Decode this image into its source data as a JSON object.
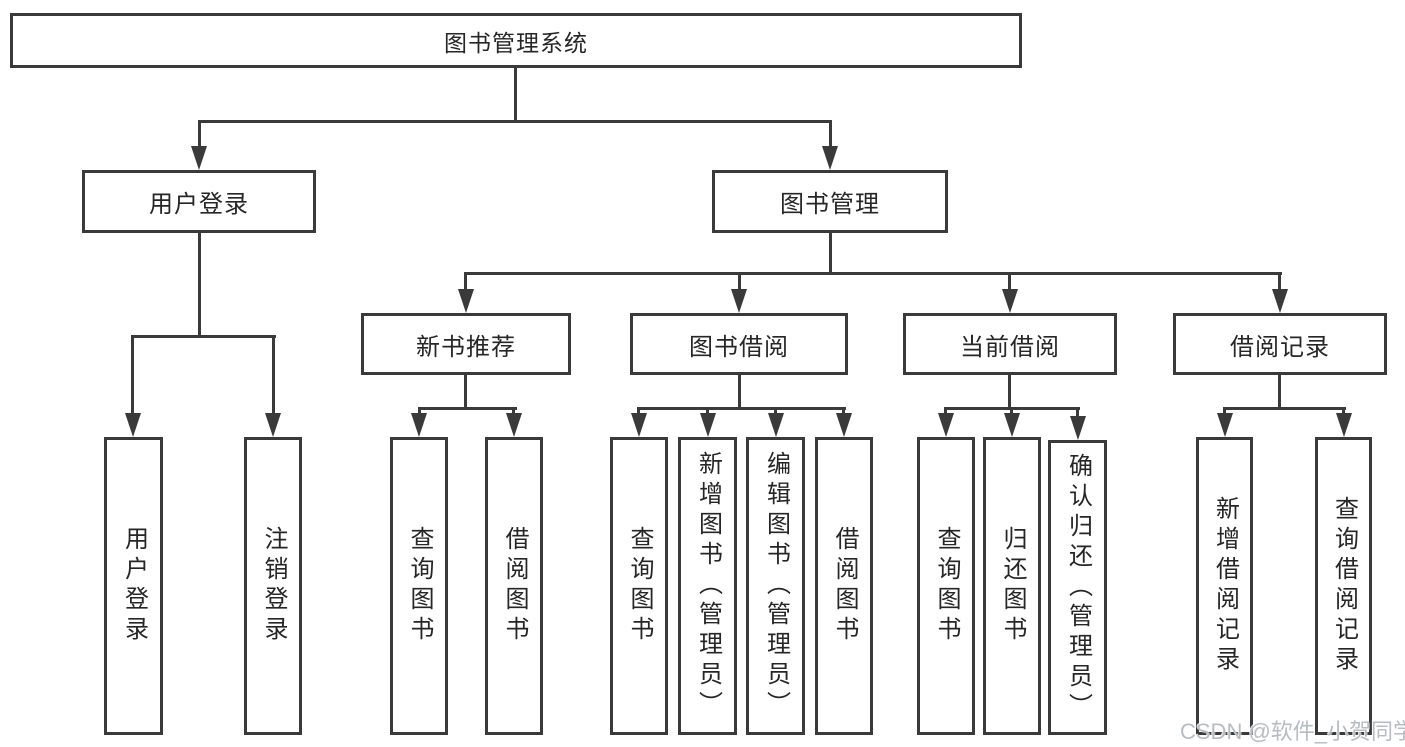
{
  "diagram": {
    "tree": {
      "label": "图书管理系统",
      "children": [
        {
          "label": "用户登录",
          "children": [
            {
              "label": "用户登录"
            },
            {
              "label": "注销登录"
            }
          ]
        },
        {
          "label": "图书管理",
          "children": [
            {
              "label": "新书推荐",
              "children": [
                {
                  "label": "查询图书"
                },
                {
                  "label": "借阅图书"
                }
              ]
            },
            {
              "label": "图书借阅",
              "children": [
                {
                  "label": "查询图书"
                },
                {
                  "label": "新增图书（管理员）"
                },
                {
                  "label": "编辑图书（管理员）"
                },
                {
                  "label": "借阅图书"
                }
              ]
            },
            {
              "label": "当前借阅",
              "children": [
                {
                  "label": "查询图书"
                },
                {
                  "label": "归还图书"
                },
                {
                  "label": "确认归还（管理员）"
                }
              ]
            },
            {
              "label": "借阅记录",
              "children": [
                {
                  "label": "新增借阅记录"
                },
                {
                  "label": "查询借阅记录"
                }
              ]
            }
          ]
        }
      ]
    }
  },
  "watermark": "CSDN @软件_小贺同学",
  "colors": {
    "line": "#3a3a3a",
    "text": "#262626",
    "background": "#ffffff",
    "watermark": "#b7bcc1"
  }
}
